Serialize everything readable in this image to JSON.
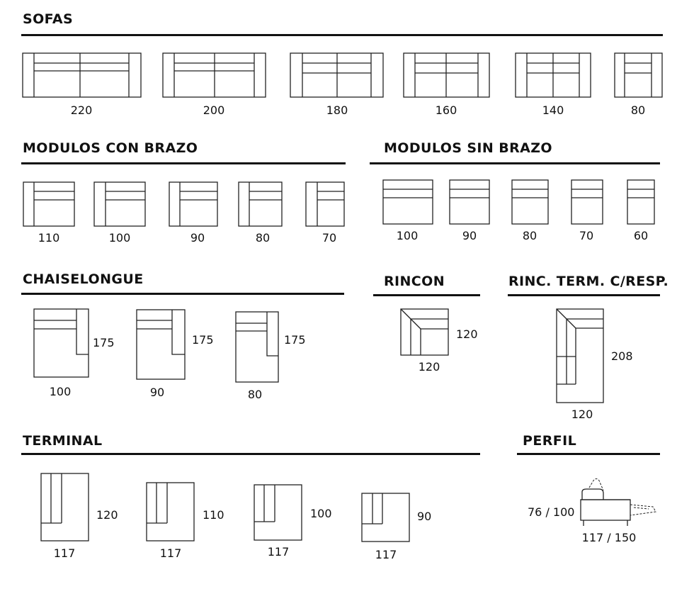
{
  "sections": {
    "sofas": "SOFAS",
    "modulos_con_brazo": "MODULOS CON BRAZO",
    "modulos_sin_brazo": "MODULOS SIN BRAZO",
    "chaiselongue": "CHAISELONGUE",
    "rincon": "RINCON",
    "rinc_term": "RINC. TERM. C/RESP.",
    "terminal": "TERMINAL",
    "perfil": "PERFIL"
  },
  "sofas": [
    "220",
    "200",
    "180",
    "160",
    "140",
    "80"
  ],
  "modulos_con_brazo": [
    "110",
    "100",
    "90",
    "80",
    "70"
  ],
  "modulos_sin_brazo": [
    "100",
    "90",
    "80",
    "70",
    "60"
  ],
  "chaiselongue": [
    {
      "width": "100",
      "depth": "175"
    },
    {
      "width": "90",
      "depth": "175"
    },
    {
      "width": "80",
      "depth": "175"
    }
  ],
  "rincon": {
    "width": "120",
    "depth": "120"
  },
  "rinc_term": {
    "width": "120",
    "depth": "208"
  },
  "terminal": [
    {
      "width": "117",
      "depth": "120"
    },
    {
      "width": "117",
      "depth": "110"
    },
    {
      "width": "117",
      "depth": "100"
    },
    {
      "width": "117",
      "depth": "90"
    }
  ],
  "perfil": {
    "height": "76 / 100",
    "depth": "117 / 150"
  }
}
